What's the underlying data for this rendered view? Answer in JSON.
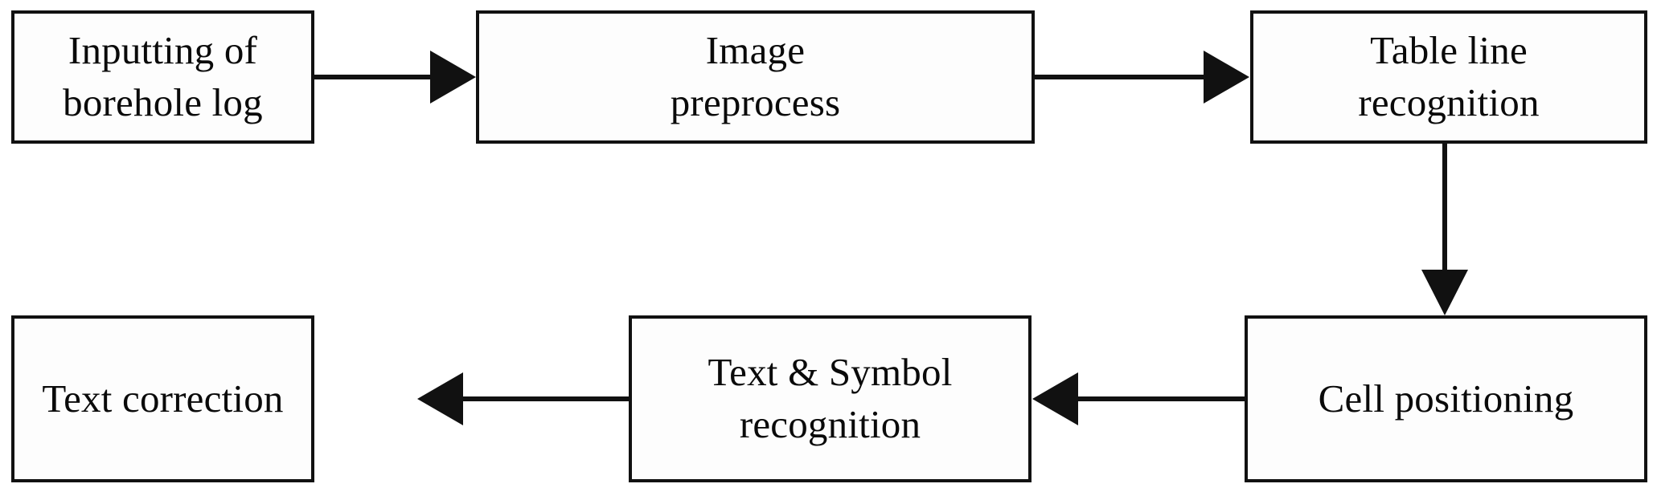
{
  "diagram": {
    "type": "flowchart",
    "title": "",
    "background_color": "#ffffff",
    "stroke_color": "#111111",
    "node_fill_color": "#fdfdfd",
    "nodes": [
      {
        "id": "input-borehole-log",
        "label": "Inputting of\nborehole log",
        "order": 1
      },
      {
        "id": "image-preprocess",
        "label": "Image\npreprocess",
        "order": 2
      },
      {
        "id": "table-line-recog",
        "label": "Table line\nrecognition",
        "order": 3
      },
      {
        "id": "cell-positioning",
        "label": "Cell positioning",
        "order": 4
      },
      {
        "id": "text-symbol-recog",
        "label": "Text & Symbol\nrecognition",
        "order": 5
      },
      {
        "id": "text-correction",
        "label": "Text correction",
        "order": 6
      }
    ],
    "edges": [
      {
        "id": "input-to-preprocess",
        "from": "input-borehole-log",
        "to": "image-preprocess",
        "direction": "right",
        "label": ""
      },
      {
        "id": "preprocess-to-tableline",
        "from": "image-preprocess",
        "to": "table-line-recog",
        "direction": "right",
        "label": ""
      },
      {
        "id": "tableline-to-cellpos",
        "from": "table-line-recog",
        "to": "cell-positioning",
        "direction": "down",
        "label": ""
      },
      {
        "id": "cellpos-to-textsymbol",
        "from": "cell-positioning",
        "to": "text-symbol-recog",
        "direction": "left",
        "label": ""
      },
      {
        "id": "textsymbol-to-correction",
        "from": "text-symbol-recog",
        "to": "text-correction",
        "direction": "left",
        "label": ""
      }
    ]
  }
}
